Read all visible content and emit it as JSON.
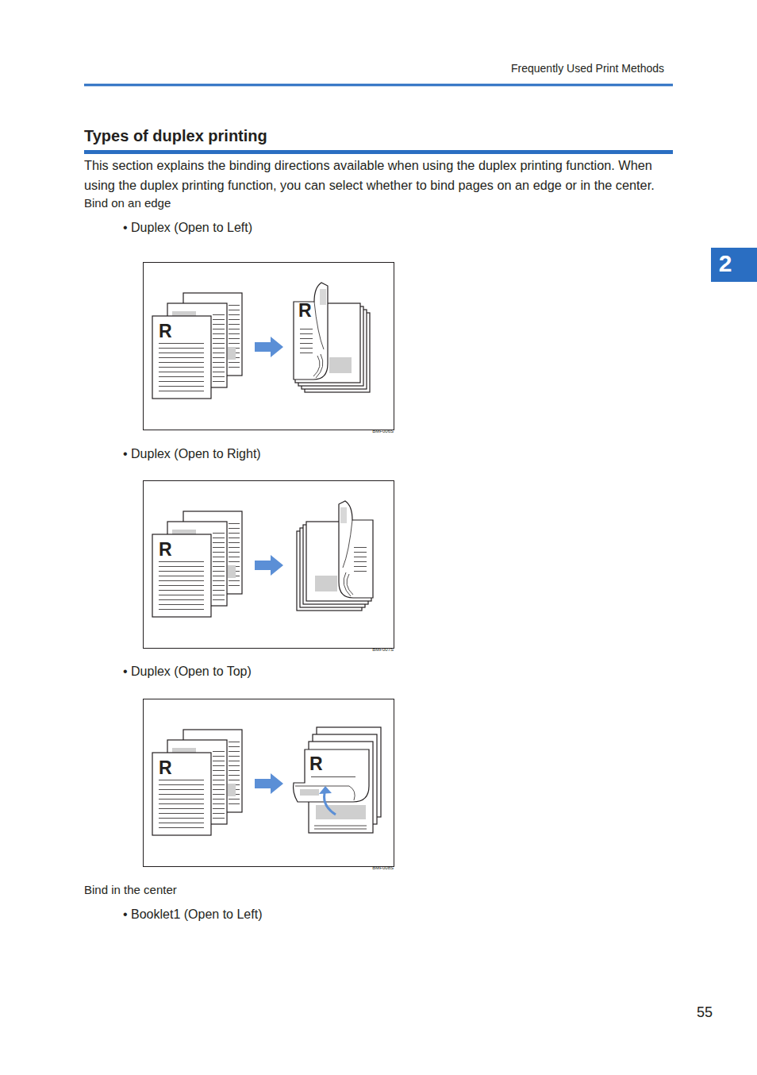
{
  "diagram": {
    "title": "Types of duplex printing",
    "labels": [
      "Frequently Used Print Methods",
      "This section explains the binding directions available when using the duplex printing function. When using the duplex printing function, you can select whether to bind pages on an edge or in the center.",
      "Bind on an edge",
      "• Duplex (Open to Left)",
      "R",
      "R",
      "BMF006S",
      "• Duplex (Open to Right)",
      "R",
      "BMF007S",
      "• Duplex (Open to Top)",
      "R",
      "R",
      "BMF008S",
      "Bind in the center",
      "• Booklet1 (Open to Left)",
      "2",
      "55"
    ]
  }
}
